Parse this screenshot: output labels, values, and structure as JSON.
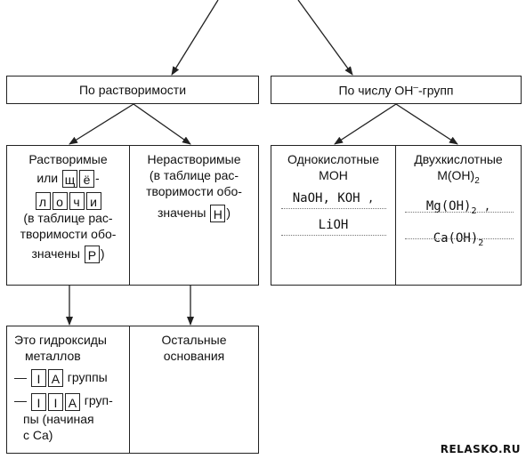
{
  "solubility": {
    "header": "По растворимости",
    "soluble": {
      "title": "Растворимые",
      "or": "или",
      "alkali_letters": [
        "щ",
        "ё"
      ],
      "alkali_letters2": [
        "л",
        "о",
        "ч",
        "и"
      ],
      "hyphen": "-",
      "note1": "(в таблице рас-",
      "note2": "творимости обо-",
      "marked": "значены",
      "mark_letter": "Р",
      "close": ")"
    },
    "insoluble": {
      "title": "Нерастворимые",
      "note1": "(в таблице рас-",
      "note2": "творимости обо-",
      "marked": "значены",
      "mark_letter": "Н",
      "close": ")"
    },
    "bottom_left": {
      "line1": "Это гидроксиды",
      "line2": "металлов",
      "dash": "—",
      "group1": [
        "I",
        "A"
      ],
      "group1_text": "группы",
      "group2": [
        "I",
        "I",
        "A"
      ],
      "group2_text": "груп-",
      "line_pi": "пы (начиная",
      "line_ca": "с Ca)"
    },
    "bottom_right": {
      "line1": "Остальные",
      "line2": "основания"
    }
  },
  "oh_groups": {
    "header_prefix": "По числу ОН",
    "header_sup": "–",
    "header_suffix": "-групп",
    "mono": {
      "title": "Однокислотные",
      "formula": "МОН",
      "ex1": "NaOH, KOH",
      "comma1": ",",
      "ex2": "LiOH"
    },
    "di": {
      "title": "Двухкислотные",
      "formula_prefix": "М(ОН)",
      "formula_sub": "2",
      "ex1_prefix": "Mg(OH)",
      "ex1_sub": "2",
      "comma1": ",",
      "ex2_prefix": "Ca(OH)",
      "ex2_sub": "2"
    }
  },
  "watermark": "RELASKO.RU"
}
